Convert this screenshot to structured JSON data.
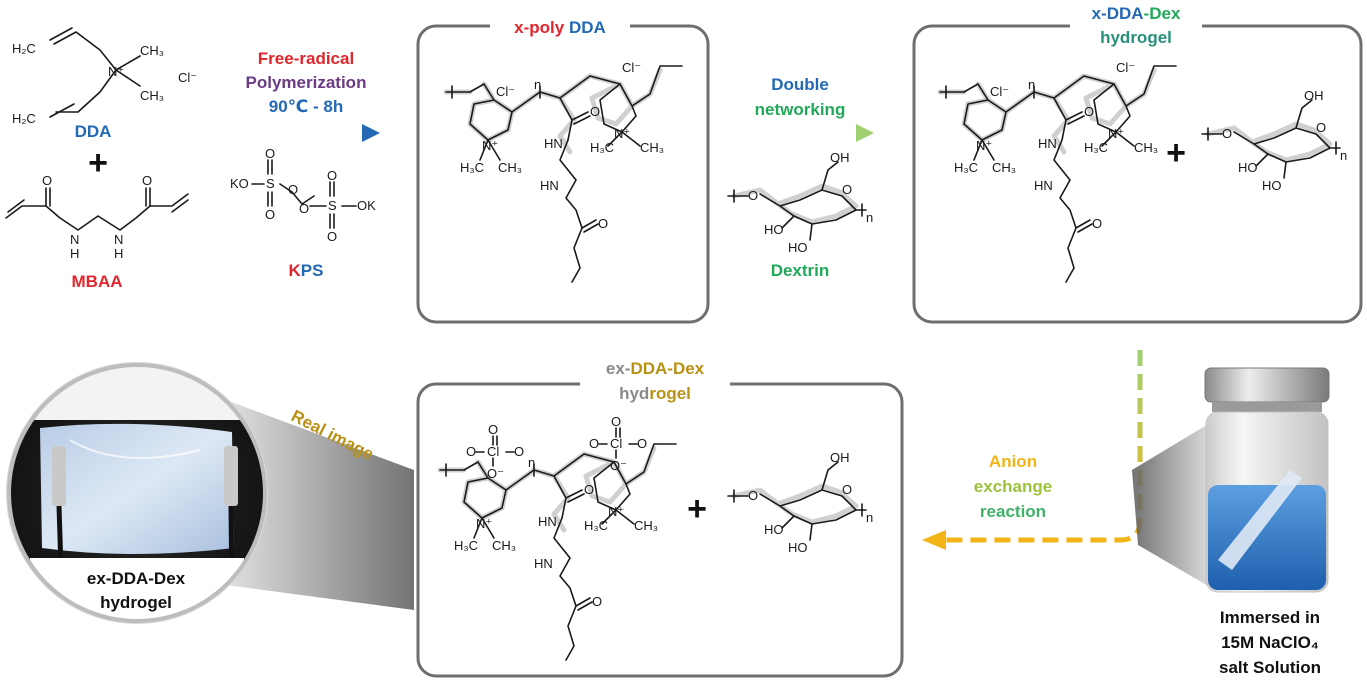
{
  "colors": {
    "red": "#e1262d",
    "blue": "#2469b3",
    "green": "#21a95a",
    "gold": "#b99115",
    "gray": "#7f7f7f",
    "yellow": "#f2b416",
    "lightgreen": "#9fd173",
    "purple": "#6c3a82",
    "box": "#6f6f6f"
  },
  "reactants": {
    "dda_label": "DDA",
    "plus": "+",
    "mbaa_label": "MBAA",
    "chloride": "Cl⁻"
  },
  "step1": {
    "line1": "Free-radical",
    "line2": "Polymerization",
    "line3": "90℃ - 8h",
    "initiator_k": "K",
    "initiator_ps": "PS"
  },
  "box1": {
    "title_part1": "x-poly",
    "title_part2": "DDA"
  },
  "step2": {
    "line1": "Double",
    "line2": "networking",
    "dextrin_label": "Dextrin"
  },
  "box2": {
    "title_line1_a": "x-",
    "title_line1_b": "DDA",
    "title_line1_c": "-Dex",
    "title_line2": "hydrogel"
  },
  "step3": {
    "line1": "Anion",
    "line2": "exchange",
    "line3": "reaction"
  },
  "vial": {
    "line1": "Immersed in",
    "line2": "15M NaClO₄",
    "line3": "salt Solution"
  },
  "box3": {
    "title_line1_a": "ex-",
    "title_line1_b": "DDA",
    "title_line1_c": "-Dex",
    "title_line2_a": "hyd",
    "title_line2_b": "rogel"
  },
  "photo": {
    "real_image": "Real image",
    "caption_line1": "ex-DDA-Dex",
    "caption_line2": "hydrogel"
  },
  "chem": {
    "h2c": "H₂C",
    "ch3": "CH₃",
    "nplus": "N⁺",
    "n": "N",
    "h": "H",
    "o": "O",
    "oh": "OH",
    "ho": "HO",
    "nh": "NH",
    "hn": "HN",
    "h3c": "H₃C",
    "cl": "Cl",
    "cl_minus": "Cl⁻",
    "o_minus": "O⁻",
    "s": "S",
    "ko": "KO",
    "ok": "OK",
    "n_sub": "n"
  }
}
